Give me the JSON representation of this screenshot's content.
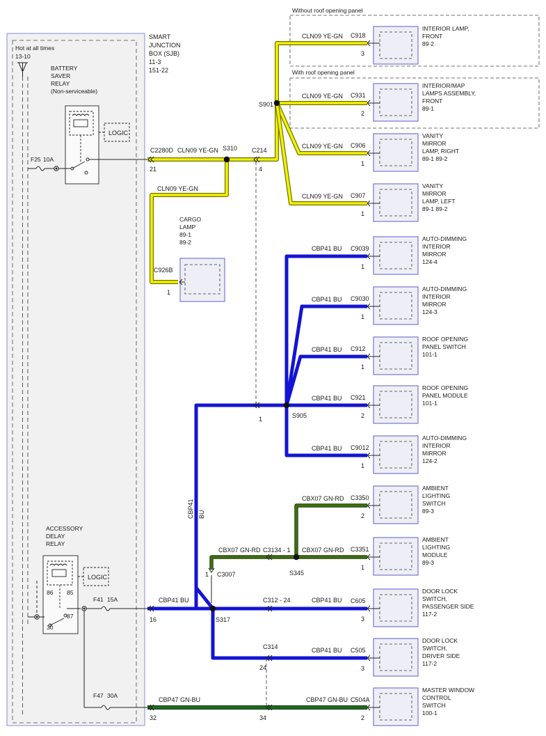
{
  "sjb": {
    "title_lines": [
      "SMART",
      "JUNCTION",
      "BOX (SJB)",
      "11-3",
      "151-22"
    ],
    "hot_label": "Hot at all times",
    "hot_ref": "13-10",
    "battery_saver_lines": [
      "BATTERY",
      "SAVER",
      "RELAY",
      "(Non-serviceable)"
    ],
    "logic": "LOGIC",
    "fuse_f25": "F25",
    "fuse_f25_amps": "10A",
    "accessory_lines": [
      "ACCESSORY",
      "DELAY",
      "RELAY"
    ],
    "relay_pins": [
      "86",
      "85",
      "87",
      "30"
    ],
    "fuse_f41": "F41",
    "fuse_f41_amps": "15A",
    "fuse_f47": "F47",
    "fuse_f47_amps": "30A"
  },
  "panel_notes": {
    "without_roof": "Without roof opening panel",
    "with_roof": "With roof opening panel"
  },
  "wires": [
    {
      "key": "w1",
      "circuit": "CLN09",
      "color": "YE-GN"
    },
    {
      "key": "w2",
      "circuit": "CLN09",
      "color": "YE-GN"
    },
    {
      "key": "w3",
      "circuit": "CLN09",
      "color": "YE-GN"
    },
    {
      "key": "w4",
      "circuit": "CLN09",
      "color": "YE-GN"
    },
    {
      "key": "w5",
      "circuit": "CLN09",
      "color": "YE-GN"
    },
    {
      "key": "w6",
      "circuit": "CLN09",
      "color": "YE-GN"
    },
    {
      "key": "w7",
      "circuit": "CLN09",
      "color": "YE-GN"
    },
    {
      "key": "w8",
      "circuit": "CBP41",
      "color": "BU"
    },
    {
      "key": "w9",
      "circuit": "CBP41",
      "color": "BU"
    },
    {
      "key": "w10",
      "circuit": "CBP41",
      "color": "BU"
    },
    {
      "key": "w11",
      "circuit": "CBP41",
      "color": "BU"
    },
    {
      "key": "w12",
      "circuit": "CBP41",
      "color": "BU"
    },
    {
      "key": "w13",
      "circuit": "CBX07",
      "color": "GN-RD"
    },
    {
      "key": "w14",
      "circuit": "CBX07",
      "color": "GN-RD"
    },
    {
      "key": "w15",
      "circuit": "CBX07",
      "color": "GN-RD"
    },
    {
      "key": "w16",
      "circuit": "CBP41",
      "color": "BU"
    },
    {
      "key": "w17",
      "circuit": "CBP41",
      "color": "BU"
    },
    {
      "key": "w18",
      "circuit": "CBP41",
      "color": "BU"
    },
    {
      "key": "w19",
      "circuit": "CBP47",
      "color": "GN-BU"
    },
    {
      "key": "w20",
      "circuit": "CBP47",
      "color": "GN-BU"
    }
  ],
  "vertical_wire": {
    "circuit": "CBP41",
    "color": "BU"
  },
  "splices": [
    "S310",
    "S901",
    "S905",
    "S345",
    "S317"
  ],
  "connectors": [
    {
      "key": "c2280d",
      "label": "C2280D",
      "pin": "21"
    },
    {
      "key": "c214",
      "label": "C214",
      "pin": "4"
    },
    {
      "key": "c214b",
      "label": "",
      "pin": "1"
    },
    {
      "key": "c3007",
      "label": "C3007",
      "pin": "1"
    },
    {
      "key": "c3134",
      "label": "C3134 - 1",
      "pin": ""
    },
    {
      "key": "sjb16",
      "label": "",
      "pin": "16"
    },
    {
      "key": "c312",
      "label": "C312 - 24",
      "pin": ""
    },
    {
      "key": "c314",
      "label": "C314",
      "pin": "24"
    },
    {
      "key": "sjb32",
      "label": "",
      "pin": "32"
    },
    {
      "key": "c314b",
      "label": "",
      "pin": "34"
    },
    {
      "key": "c926b",
      "label": "C926B",
      "pin": "1"
    }
  ],
  "components": [
    {
      "key": "front_lamp",
      "connector": "C918",
      "pin": "3",
      "lines": [
        "INTERIOR LAMP,",
        "FRONT",
        "89-2"
      ]
    },
    {
      "key": "map_lamps",
      "connector": "C931",
      "pin": "2",
      "lines": [
        "INTERIOR/MAP",
        "LAMPS ASSEMBLY,",
        "FRONT",
        "89-1"
      ]
    },
    {
      "key": "vanity_right",
      "connector": "C906",
      "pin": "1",
      "lines": [
        "VANITY",
        "MIRROR",
        "LAMP, RIGHT",
        "89-1   89-2"
      ]
    },
    {
      "key": "vanity_left",
      "connector": "C907",
      "pin": "1",
      "lines": [
        "VANITY",
        "MIRROR",
        "LAMP, LEFT",
        "89-1   89-2"
      ]
    },
    {
      "key": "mirror_a",
      "connector": "C9039",
      "pin": "1",
      "lines": [
        "AUTO-DIMMING",
        "INTERIOR",
        "MIRROR",
        "124-4"
      ]
    },
    {
      "key": "mirror_b",
      "connector": "C9030",
      "pin": "1",
      "lines": [
        "AUTO-DIMMING",
        "INTERIOR",
        "MIRROR",
        "124-3"
      ]
    },
    {
      "key": "roof_switch",
      "connector": "C912",
      "pin": "1",
      "lines": [
        "ROOF OPENING",
        "PANEL SWITCH",
        "101-1"
      ]
    },
    {
      "key": "roof_module",
      "connector": "C921",
      "pin": "2",
      "lines": [
        "ROOF OPENING",
        "PANEL MODULE",
        "101-1"
      ]
    },
    {
      "key": "mirror_c",
      "connector": "C9012",
      "pin": "1",
      "lines": [
        "AUTO-DIMMING",
        "INTERIOR",
        "MIRROR",
        "124-2"
      ]
    },
    {
      "key": "amb_switch",
      "connector": "C3350",
      "pin": "2",
      "lines": [
        "AMBIENT",
        "LIGHTING",
        "SWITCH",
        "89-3"
      ]
    },
    {
      "key": "amb_module",
      "connector": "C3351",
      "pin": "1",
      "lines": [
        "AMBIENT",
        "LIGHTING",
        "MODULE",
        "89-3"
      ]
    },
    {
      "key": "door_pass",
      "connector": "C605",
      "pin": "3",
      "lines": [
        "DOOR LOCK",
        "SWITCH,",
        "PASSENGER SIDE",
        "117-2"
      ]
    },
    {
      "key": "door_drv",
      "connector": "C505",
      "pin": "3",
      "lines": [
        "DOOR LOCK",
        "SWITCH,",
        "DRIVER SIDE",
        "117-2"
      ]
    },
    {
      "key": "window_sw",
      "connector": "C504A",
      "pin": "2",
      "lines": [
        "MASTER WINDOW",
        "CONTROL",
        "SWITCH",
        "100-1"
      ]
    },
    {
      "key": "cargo",
      "connector": "",
      "pin": "",
      "lines": [
        "CARGO",
        "LAMP",
        "89-1",
        "89-2"
      ]
    }
  ],
  "colors": {
    "yellow_wire": "#f2f200",
    "yellow_edge": "#6f6f00",
    "blue_wire": "#1414d4",
    "green_wire": "#1f6a1f",
    "olive_wire": "#3f6f10",
    "outline": "#222222",
    "comp_fill": "#eeeef6",
    "comp_border": "#5d5dc8",
    "sjb_fill": "#f1f1f1",
    "sjb_border": "#8c8cd6"
  }
}
